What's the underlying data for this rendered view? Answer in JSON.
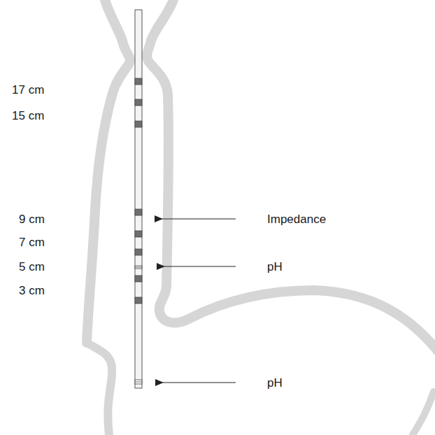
{
  "diagram": {
    "labels": [
      "17 cm",
      "15 cm",
      "9 cm",
      "7 cm",
      "5 cm",
      "3 cm",
      "Impedance",
      "pH",
      "pH"
    ]
  }
}
